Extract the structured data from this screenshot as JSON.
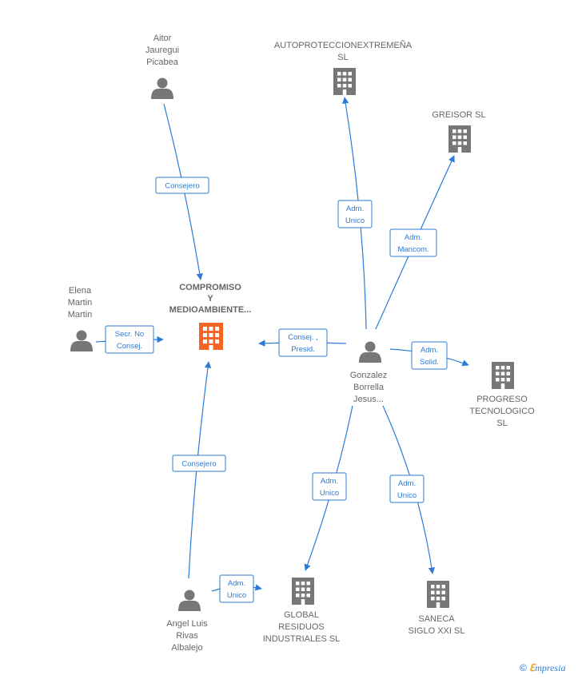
{
  "nodes": {
    "main": {
      "lines": [
        "COMPROMISO",
        "Y",
        "MEDIOAMBIENTE..."
      ]
    },
    "aitor": {
      "lines": [
        "Aitor",
        "Jauregui",
        "Picabea"
      ]
    },
    "elena": {
      "lines": [
        "Elena",
        "Martin",
        "Martin"
      ]
    },
    "gonzalez": {
      "lines": [
        "Gonzalez",
        "Borrella",
        "Jesus..."
      ]
    },
    "angel": {
      "lines": [
        "Angel Luis",
        "Rivas",
        "Albalejo"
      ]
    },
    "autoproteccion": {
      "lines": [
        "AUTOPROTECCIONEXTREMEÑA",
        "SL"
      ]
    },
    "greisor": {
      "lines": [
        "GREISOR SL"
      ]
    },
    "progreso": {
      "lines": [
        "PROGRESO",
        "TECNOLOGICO",
        "SL"
      ]
    },
    "global": {
      "lines": [
        "GLOBAL",
        "RESIDUOS",
        "INDUSTRIALES SL"
      ]
    },
    "saneca": {
      "lines": [
        "SANECA",
        "SIGLO XXI  SL"
      ]
    }
  },
  "edges": {
    "aitor_main": [
      "Consejero"
    ],
    "elena_main": [
      "Secr.  No",
      "Consej."
    ],
    "gonzalez_main": [
      "Consej. ,",
      "Presid."
    ],
    "angel_main": [
      "Consejero"
    ],
    "gonzalez_autoproteccion": [
      "Adm.",
      "Unico"
    ],
    "gonzalez_greisor": [
      "Adm.",
      "Mancom."
    ],
    "gonzalez_progreso": [
      "Adm.",
      "Solid."
    ],
    "gonzalez_global": [
      "Adm.",
      "Unico"
    ],
    "gonzalez_saneca": [
      "Adm.",
      "Unico"
    ],
    "angel_global": [
      "Adm.",
      "Unico"
    ]
  },
  "colors": {
    "edge": "#2b7bd6",
    "main_building": "#f26522",
    "building": "#777777",
    "person": "#777777",
    "label": "#666666"
  },
  "icons": {
    "person": "person-icon",
    "building": "building-icon",
    "main_building": "building-icon"
  },
  "footer": {
    "copyright": "©",
    "brand_initial": "ℇ",
    "brand_rest": "mpresia"
  }
}
